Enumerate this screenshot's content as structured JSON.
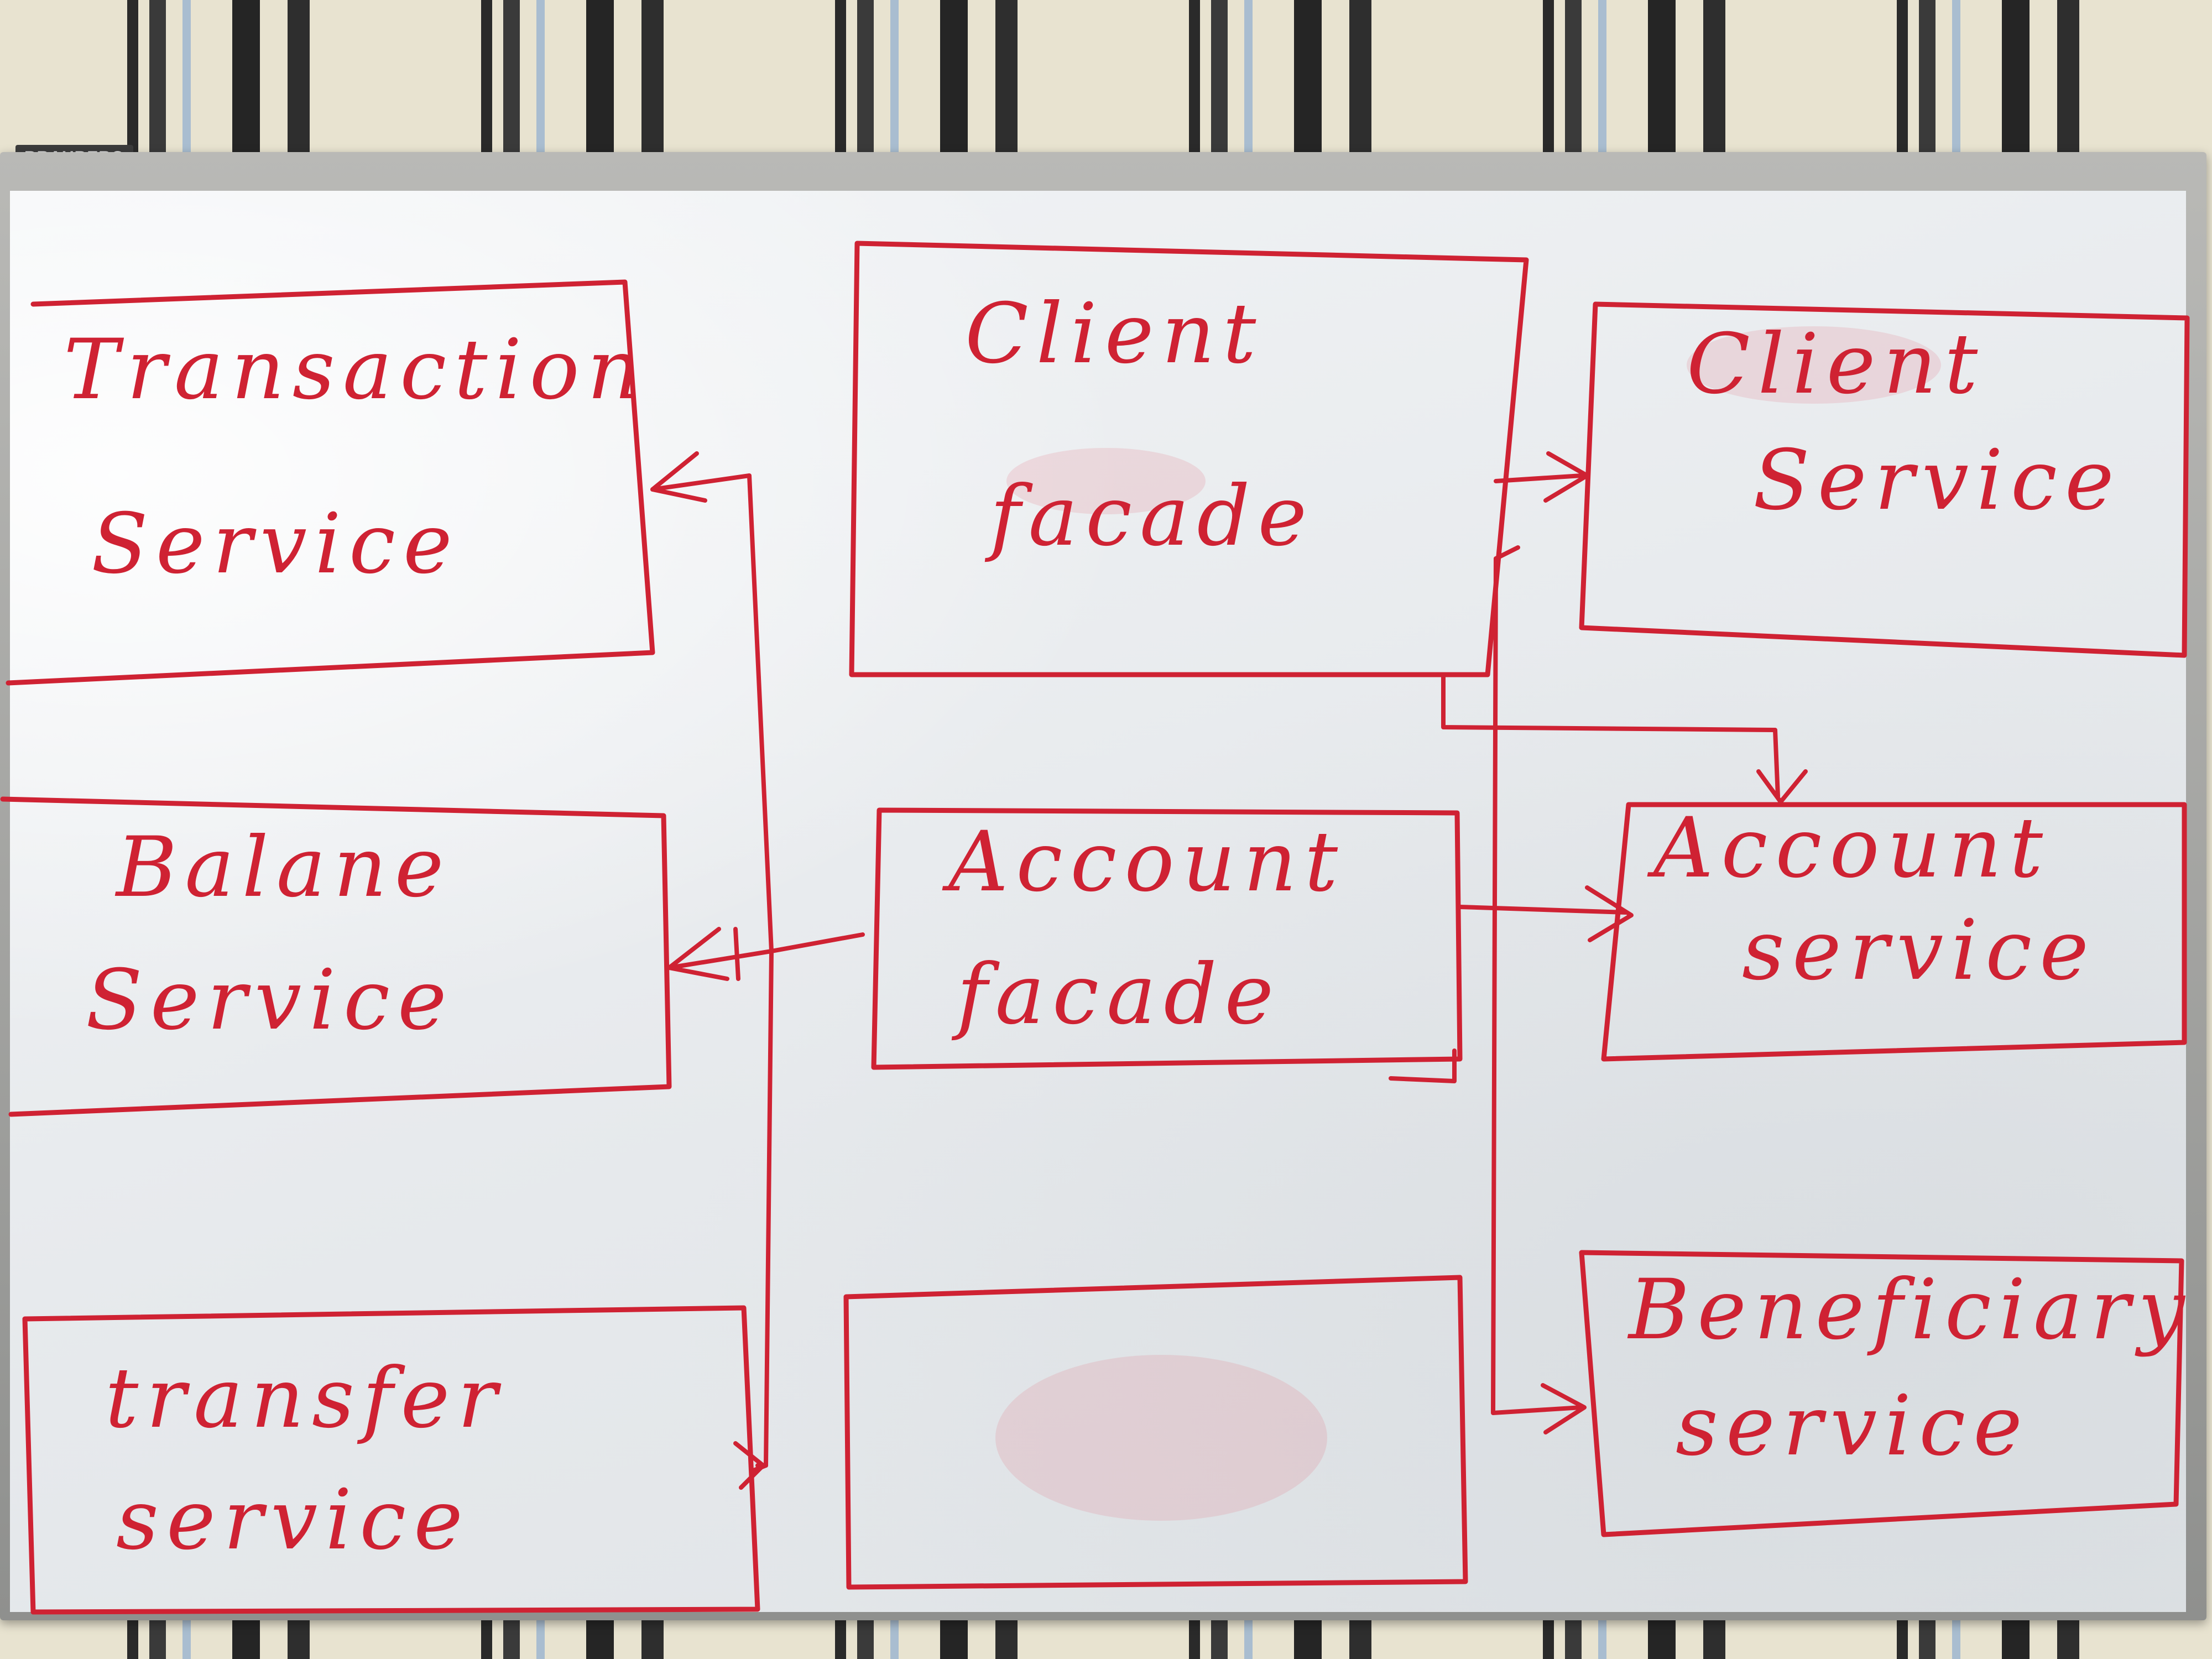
{
  "brand": "BRAUBERG",
  "ink_color": "#cf2233",
  "boxes": {
    "transaction": {
      "line1": "Transaction",
      "line2": "Service"
    },
    "balance": {
      "line1": "Balane",
      "line2": "Service"
    },
    "transfer": {
      "line1": "transfer",
      "line2": "service"
    },
    "client_facade": {
      "line1": "Client",
      "line2": "facade"
    },
    "account_facade": {
      "line1": "Account",
      "line2": "facade"
    },
    "client_service": {
      "line1": "Client",
      "line2": "Service"
    },
    "account_service": {
      "line1": "Account",
      "line2": "service"
    },
    "beneficiary_service": {
      "line1": "Beneficiary",
      "line2": "service"
    }
  }
}
